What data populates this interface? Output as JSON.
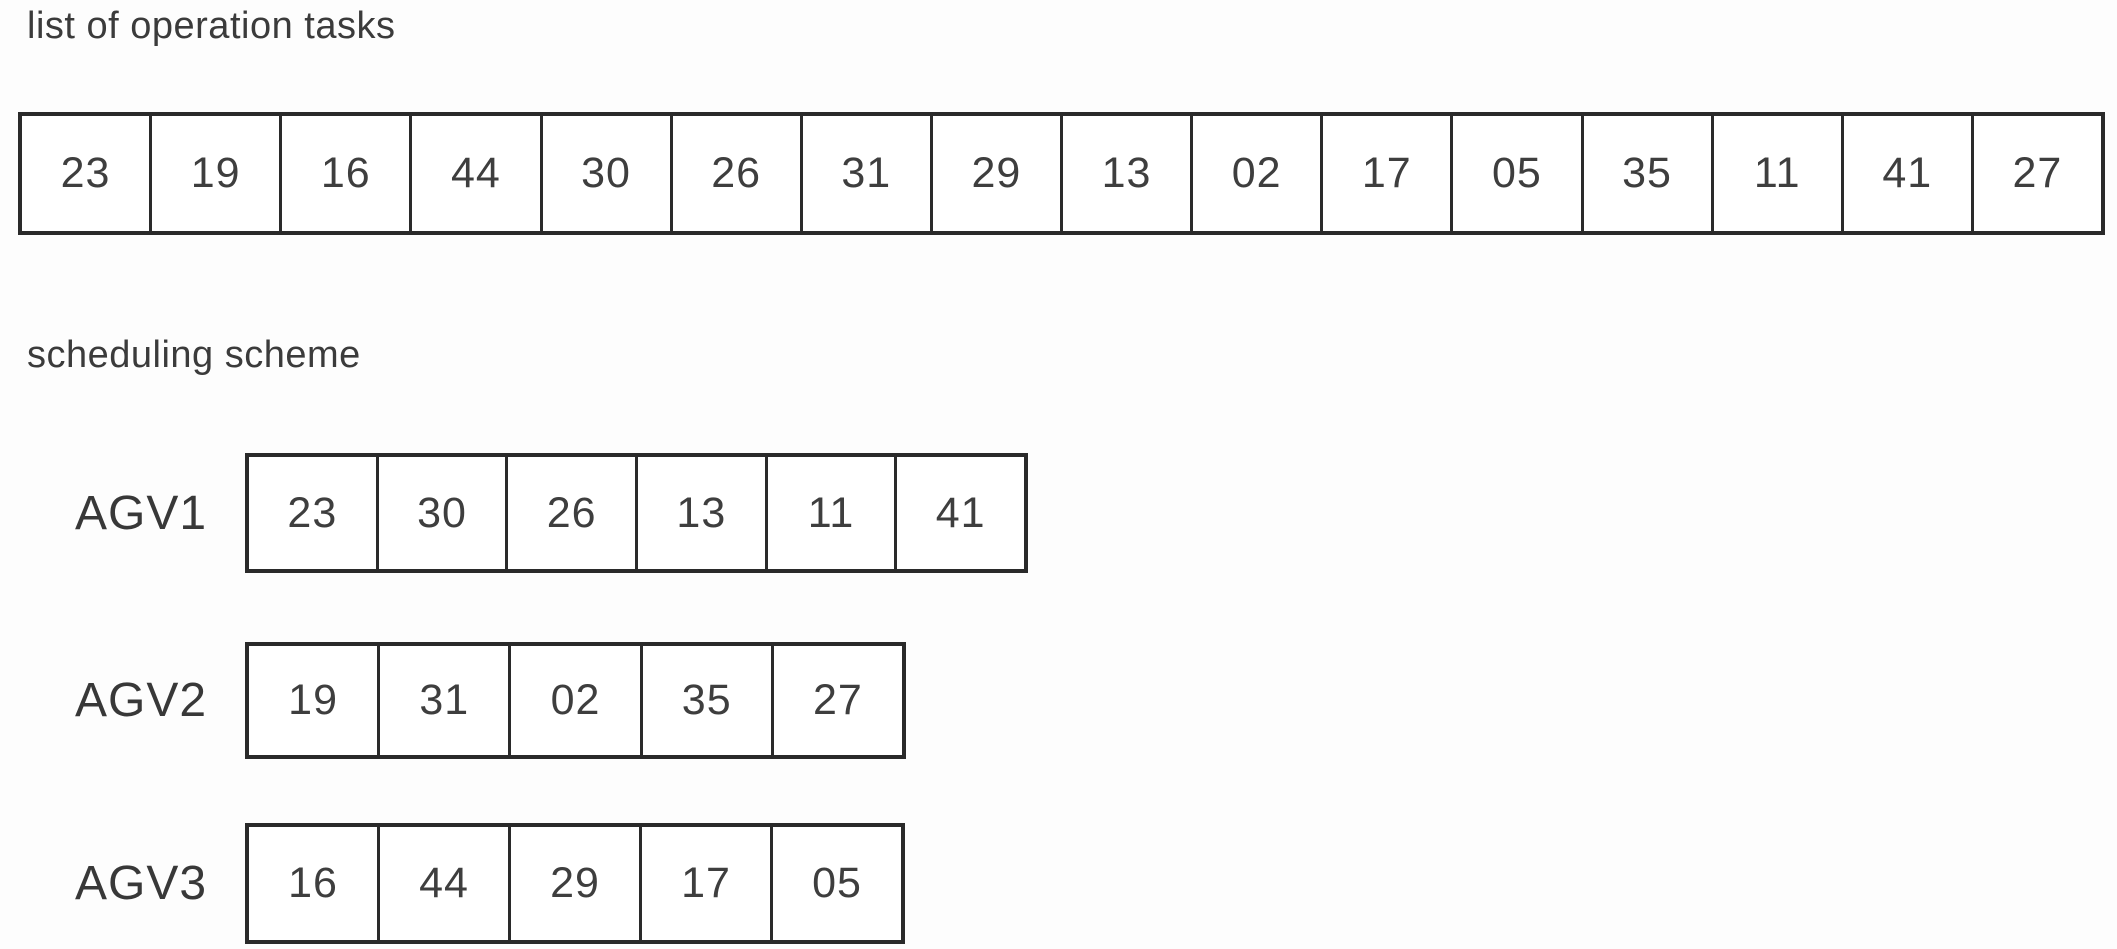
{
  "titles": {
    "tasks": "list of operation tasks",
    "scheme": "scheduling scheme"
  },
  "task_list": [
    "23",
    "19",
    "16",
    "44",
    "30",
    "26",
    "31",
    "29",
    "13",
    "02",
    "17",
    "05",
    "35",
    "11",
    "41",
    "27"
  ],
  "agvs": [
    {
      "label": "AGV1",
      "tasks": [
        "23",
        "30",
        "26",
        "13",
        "11",
        "41"
      ]
    },
    {
      "label": "AGV2",
      "tasks": [
        "19",
        "31",
        "02",
        "35",
        "27"
      ]
    },
    {
      "label": "AGV3",
      "tasks": [
        "16",
        "44",
        "29",
        "17",
        "05"
      ]
    }
  ],
  "colors": {
    "background": "#fdfdfd",
    "border": "#2a2a2a",
    "text": "#3b3b3b"
  }
}
